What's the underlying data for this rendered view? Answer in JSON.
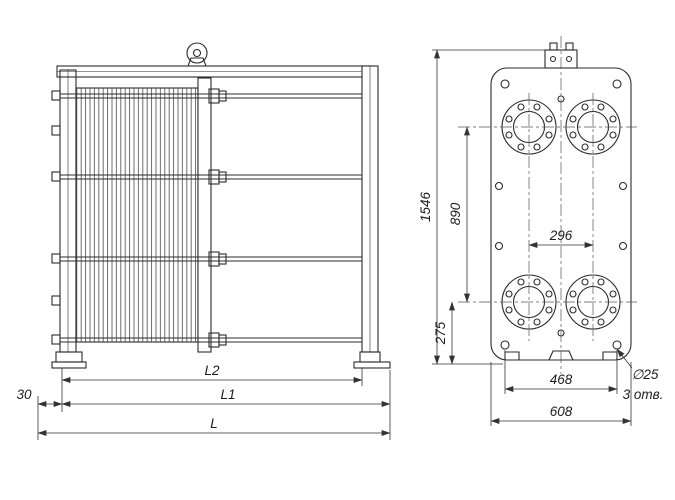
{
  "drawing": {
    "type": "technical-drawing",
    "subject": "plate-heat-exchanger",
    "background_color": "#ffffff",
    "line_color": "#2b2b2b",
    "labels": {
      "total_height": "1546",
      "port_span_vertical": "890",
      "bottom_to_port": "275",
      "port_span_horizontal": "296",
      "foot_hole_span": "468",
      "plate_width": "608",
      "hole_diameter": "∅25",
      "hole_count": "3 отв.",
      "len_l2": "L2",
      "len_l1": "L1",
      "len_l": "L",
      "front_offset": "30"
    }
  }
}
